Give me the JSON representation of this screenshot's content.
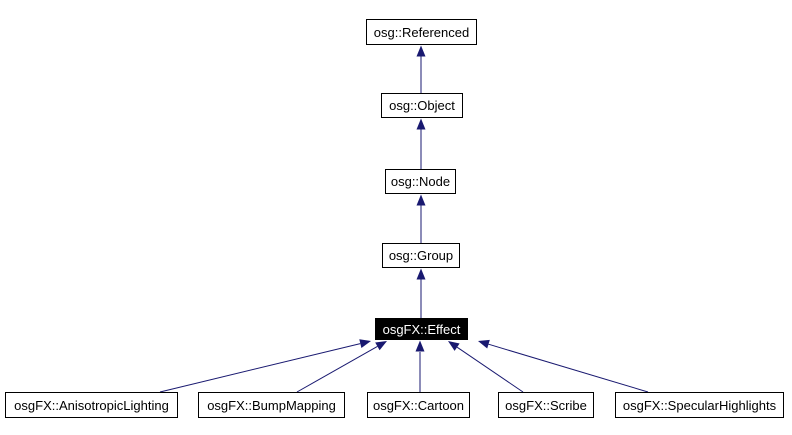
{
  "diagram": {
    "type": "class-inheritance-graph",
    "background_color": "#ffffff",
    "box_border_color": "#000000",
    "box_fill_color": "#ffffff",
    "box_text_color": "#000000",
    "highlight_fill_color": "#000000",
    "highlight_text_color": "#ffffff",
    "arrow_color": "#191970",
    "nodes": [
      {
        "id": "referenced",
        "label": "osg::Referenced",
        "highlighted": false
      },
      {
        "id": "object",
        "label": "osg::Object",
        "highlighted": false
      },
      {
        "id": "node",
        "label": "osg::Node",
        "highlighted": false
      },
      {
        "id": "group",
        "label": "osg::Group",
        "highlighted": false
      },
      {
        "id": "effect",
        "label": "osgFX::Effect",
        "highlighted": true
      },
      {
        "id": "anisotropic",
        "label": "osgFX::AnisotropicLighting",
        "highlighted": false
      },
      {
        "id": "bump",
        "label": "osgFX::BumpMapping",
        "highlighted": false
      },
      {
        "id": "cartoon",
        "label": "osgFX::Cartoon",
        "highlighted": false
      },
      {
        "id": "scribe",
        "label": "osgFX::Scribe",
        "highlighted": false
      },
      {
        "id": "specular",
        "label": "osgFX::SpecularHighlights",
        "highlighted": false
      }
    ],
    "edges": [
      {
        "child": "object",
        "parent": "referenced"
      },
      {
        "child": "node",
        "parent": "object"
      },
      {
        "child": "group",
        "parent": "node"
      },
      {
        "child": "effect",
        "parent": "group"
      },
      {
        "child": "anisotropic",
        "parent": "effect"
      },
      {
        "child": "bump",
        "parent": "effect"
      },
      {
        "child": "cartoon",
        "parent": "effect"
      },
      {
        "child": "scribe",
        "parent": "effect"
      },
      {
        "child": "specular",
        "parent": "effect"
      }
    ]
  }
}
